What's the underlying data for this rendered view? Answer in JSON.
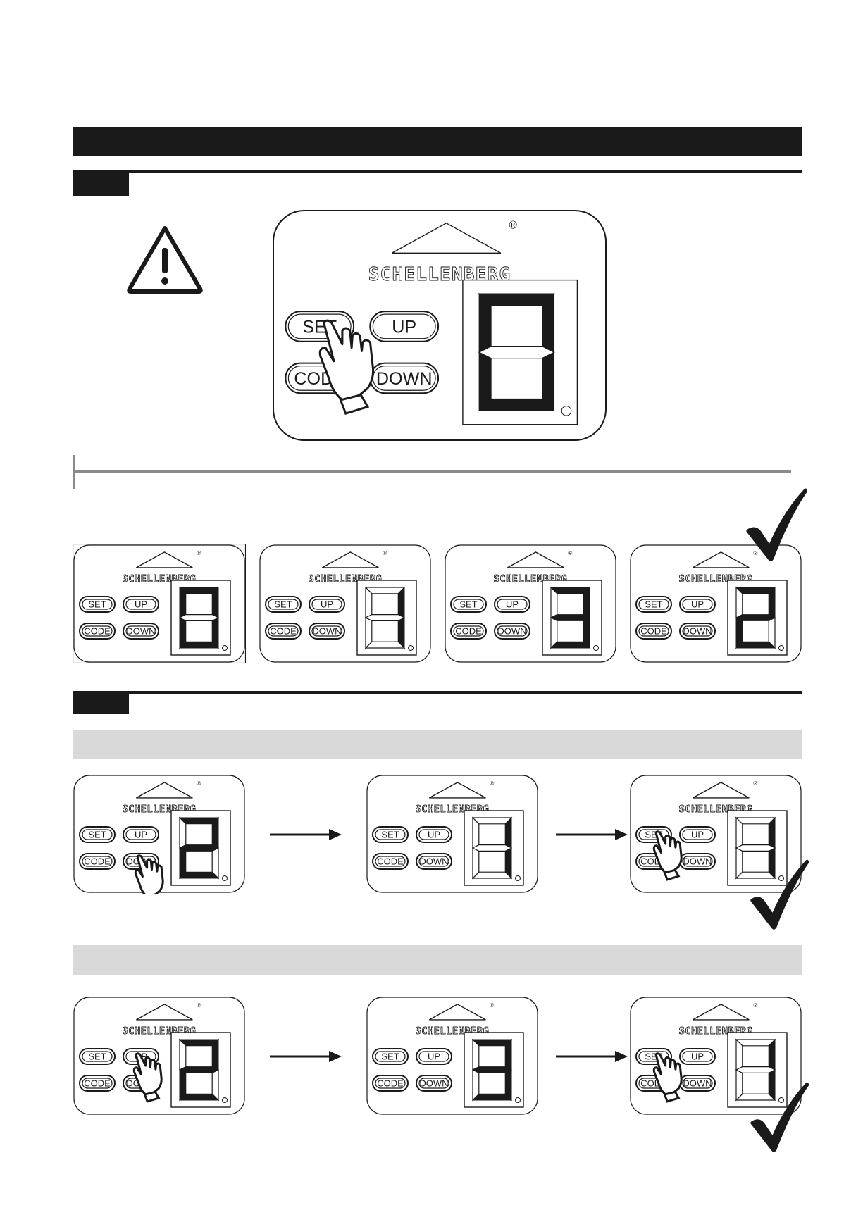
{
  "brand": "SCHELLENBERG",
  "registered_mark": "®",
  "buttons": {
    "set": "SET",
    "up": "UP",
    "code": "CODE",
    "down": "DOWN"
  },
  "colors": {
    "ink": "#1a1a1a",
    "band": "#d9d9d9",
    "rule": "#8a8a8a"
  },
  "step1": {
    "warning_icon": "warning-triangle-icon",
    "main_panel": {
      "digit": "0",
      "pressed_button": "set"
    }
  },
  "sequence_row": {
    "panels": [
      {
        "digit": "0",
        "framed": true
      },
      {
        "digit": "1"
      },
      {
        "digit": "3"
      },
      {
        "digit": "2"
      }
    ],
    "confirm_icon": "checkmark-icon"
  },
  "step2": {
    "row_down": [
      {
        "digit": "2",
        "pressed_button": "down"
      },
      {
        "digit": "1"
      },
      {
        "digit": "1",
        "pressed_button": "set"
      }
    ],
    "row_up": [
      {
        "digit": "2",
        "pressed_button": "up"
      },
      {
        "digit": "3"
      },
      {
        "digit": "1",
        "pressed_button": "set"
      }
    ],
    "confirm_icon": "checkmark-icon",
    "arrow_icon": "arrow-right-icon"
  }
}
